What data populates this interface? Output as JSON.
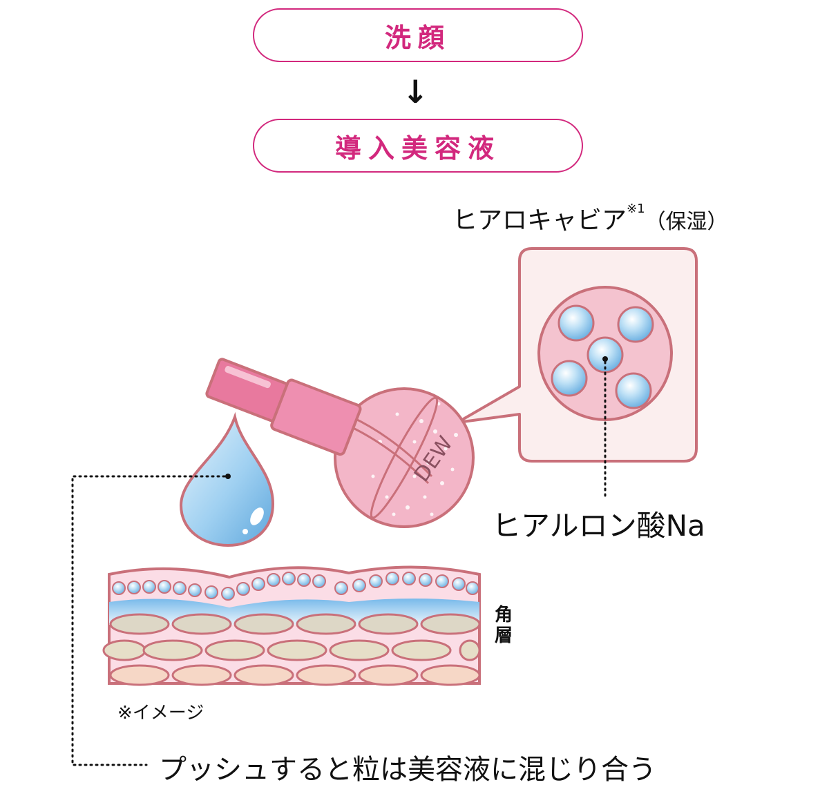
{
  "steps": {
    "step1": "洗顔",
    "arrow": "↓",
    "step2": "導入美容液"
  },
  "labels": {
    "hyalocaviar": "ヒアロキャビア",
    "footnote_mark": "※1",
    "hyalocaviar_note": "（保湿）",
    "hyaluronic": "ヒアルロン酸Na",
    "layer": "角層",
    "image_note": "※イメージ",
    "push_caption": "プッシュすると粒は美容液に混じり合う",
    "bottle_brand": "DEW"
  },
  "colors": {
    "accent": "#d2287d",
    "bottle_pink": "#e8799e",
    "skin_outline": "#c9707a",
    "drop_blue": "#8cc3ea"
  }
}
